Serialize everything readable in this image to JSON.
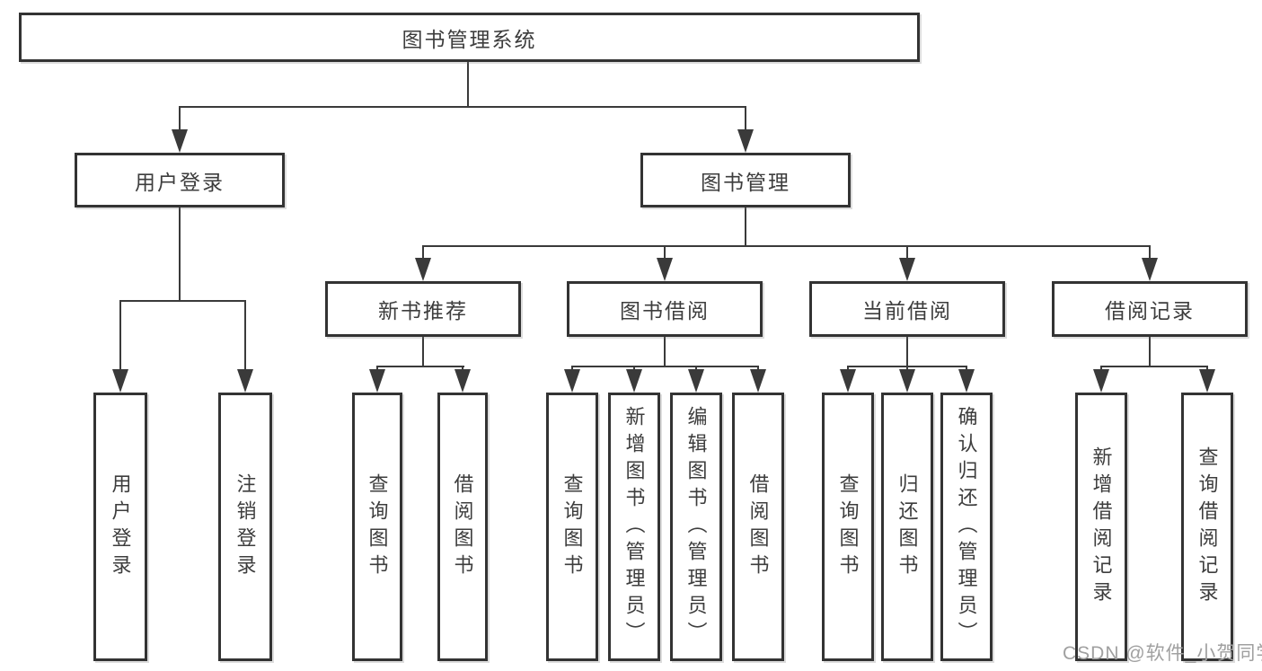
{
  "tree": {
    "root": {
      "label": "图书管理系统"
    },
    "level2": {
      "user_login": {
        "label": "用户登录"
      },
      "book_management": {
        "label": "图书管理"
      }
    },
    "level3": {
      "new_book_recommend": {
        "label": "新书推荐"
      },
      "book_borrowing": {
        "label": "图书借阅"
      },
      "current_borrowing": {
        "label": "当前借阅"
      },
      "borrow_records": {
        "label": "借阅记录"
      }
    },
    "leaves": {
      "user_login": [
        "用户登录",
        "注销登录"
      ],
      "new_book_recommend": [
        "查询图书",
        "借阅图书"
      ],
      "book_borrowing": [
        "查询图书",
        "新增图书（管理员）",
        "编辑图书（管理员）",
        "借阅图书"
      ],
      "current_borrowing": [
        "查询图书",
        "归还图书",
        "确认归还（管理员）"
      ],
      "borrow_records": [
        "新增借阅记录",
        "查询借阅记录"
      ]
    }
  },
  "watermark": "CSDN @软件_小贺同学",
  "colors": {
    "line": "#3a3a3a",
    "border": "#333333",
    "text": "#3d3d3d",
    "watermark": "#a0a0a0",
    "background": "#ffffff"
  }
}
